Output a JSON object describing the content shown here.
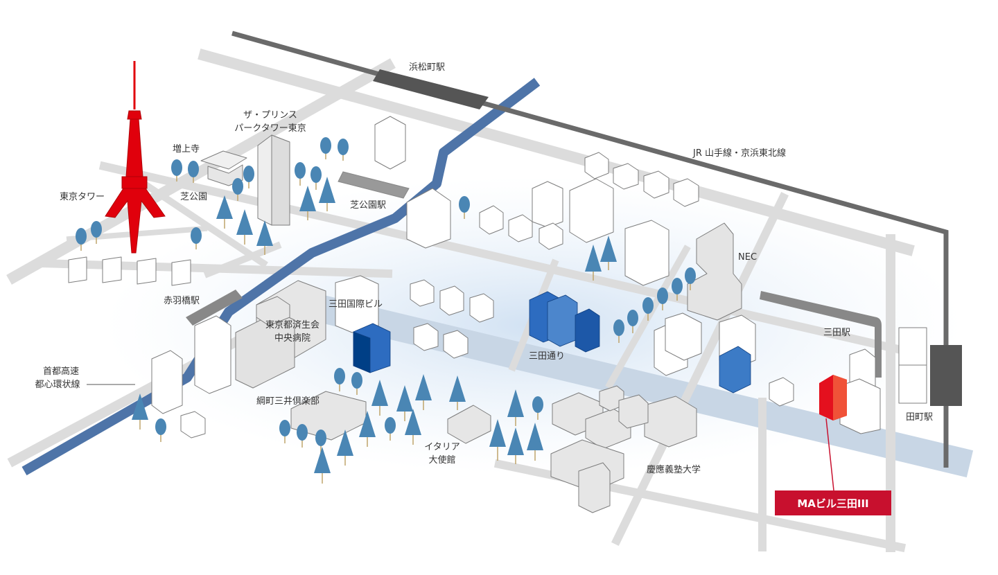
{
  "labels": {
    "hamamatsucho": "浜松町駅",
    "jr_line": "JR 山手線・京浜東北線",
    "prince_line1": "ザ・プリンス",
    "prince_line2": "パークタワー東京",
    "zojoji": "増上寺",
    "tokyo_tower": "東京タワー",
    "shiba_park": "芝公園",
    "shibakoen_station": "芝公園駅",
    "nec": "NEC",
    "akabanebashi": "赤羽橋駅",
    "mita_kokusai": "三田国際ビル",
    "saiseikai_line1": "東京都済生会",
    "saiseikai_line2": "中央病院",
    "mita_dori": "三田通り",
    "mita_station": "三田駅",
    "shuto_line1": "首都高速",
    "shuto_line2": "都心環状線",
    "tsunamachi": "綱町三井倶楽部",
    "italy_line1": "イタリア",
    "italy_line2": "大使館",
    "keio": "慶應義塾大学",
    "tamachi": "田町駅"
  },
  "target": {
    "label": "MAビル三田III"
  },
  "colors": {
    "road": "#dcdcdc",
    "expressway": "#4e74a8",
    "rail": "#6a6a6a",
    "tree": "#4a86b4",
    "tower": "#e0000c",
    "target": "#c8102e",
    "highlight_building": "#1f5aa6"
  }
}
